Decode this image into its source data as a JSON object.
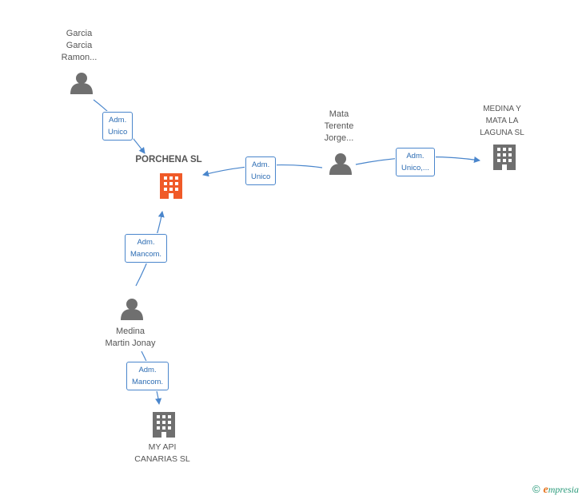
{
  "nodes": {
    "garcia": {
      "lines": [
        "Garcia",
        "Garcia",
        "Ramon..."
      ],
      "type": "person"
    },
    "porchena": {
      "lines": [
        "PORCHENA SL"
      ],
      "type": "company-main"
    },
    "mata": {
      "lines": [
        "Mata",
        "Terente",
        "Jorge..."
      ],
      "type": "person"
    },
    "medina_mata": {
      "lines": [
        "MEDINA Y",
        "MATA LA",
        "LAGUNA SL"
      ],
      "type": "company"
    },
    "medina_jonay": {
      "lines": [
        "Medina",
        "Martin Jonay"
      ],
      "type": "person"
    },
    "myapi": {
      "lines": [
        "MY API",
        "CANARIAS SL"
      ],
      "type": "company"
    }
  },
  "edges": {
    "garcia_porchena": {
      "lines": [
        "Adm.",
        "Unico"
      ]
    },
    "mata_porchena": {
      "lines": [
        "Adm.",
        "Unico"
      ]
    },
    "mata_medina": {
      "lines": [
        "Adm.",
        "Unico,..."
      ]
    },
    "jonay_porchena": {
      "lines": [
        "Adm.",
        "Mancom."
      ]
    },
    "jonay_myapi": {
      "lines": [
        "Adm.",
        "Mancom."
      ]
    }
  },
  "colors": {
    "edge": "#4a86cc",
    "person_icon": "#6f6f6f",
    "company_icon": "#6f6f6f",
    "main_company_icon": "#f05a28"
  },
  "footer": {
    "copyright": "©",
    "brand_initial": "e",
    "brand_rest": "mpresia"
  }
}
